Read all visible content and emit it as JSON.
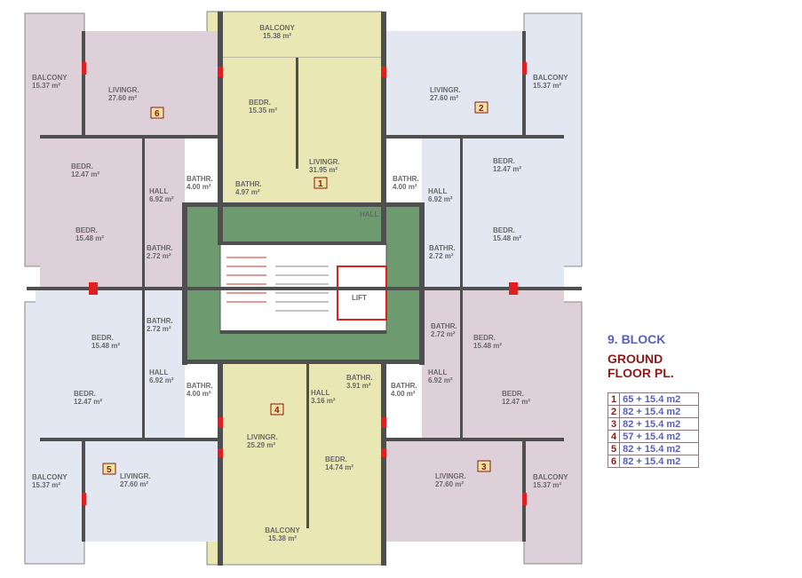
{
  "title": {
    "block": "9. BLOCK",
    "floor_line1": "GROUND",
    "floor_line2": "FLOOR PL."
  },
  "units_table": [
    {
      "unit": "1",
      "area": "65 + 15.4 m2"
    },
    {
      "unit": "2",
      "area": "82 + 15.4 m2"
    },
    {
      "unit": "3",
      "area": "82 + 15.4 m2"
    },
    {
      "unit": "4",
      "area": "57 + 15.4 m2"
    },
    {
      "unit": "5",
      "area": "82 + 15.4 m2"
    },
    {
      "unit": "6",
      "area": "82 + 15.4 m2"
    }
  ],
  "rooms": {
    "balcony_top": [
      "BALCONY",
      "15.38 m²"
    ],
    "balcony_bottom": [
      "BALCONY",
      "15.38 m²"
    ],
    "balcony_tl": [
      "BALCONY",
      "15.37 m²"
    ],
    "balcony_tr": [
      "BALCONY",
      "15.37 m²"
    ],
    "balcony_bl": [
      "BALCONY",
      "15.37 m²"
    ],
    "balcony_br": [
      "BALCONY",
      "15.37 m²"
    ],
    "u1_bedr": [
      "BEDR.",
      "15.35 m²"
    ],
    "u1_living": [
      "LIVINGR.",
      "31.95 m²"
    ],
    "u1_bath": [
      "BATHR.",
      "4.97 m²"
    ],
    "u1_hall": [
      "HALL"
    ],
    "u6_living": [
      "LIVINGR.",
      "27.60 m²"
    ],
    "u6_bedr_small": [
      "BEDR.",
      "12.47 m²"
    ],
    "u6_bath": [
      "BATHR.",
      "4.00 m²"
    ],
    "u6_hall": [
      "HALL",
      "6.92 m²"
    ],
    "u6_bedr": [
      "BEDR.",
      "15.48 m²"
    ],
    "u6_bath2": [
      "BATHR.",
      "2.72 m²"
    ],
    "u2_living": [
      "LIVINGR.",
      "27.60 m²"
    ],
    "u2_bedr_small": [
      "BEDR.",
      "12.47 m²"
    ],
    "u2_bath": [
      "BATHR.",
      "4.00 m²"
    ],
    "u2_hall": [
      "HALL",
      "6.92 m²"
    ],
    "u2_bedr": [
      "BEDR.",
      "15.48 m²"
    ],
    "u2_bath2": [
      "BATHR.",
      "2.72 m²"
    ],
    "u5_bedr": [
      "BEDR.",
      "15.48 m²"
    ],
    "u5_bath2": [
      "BATHR.",
      "2.72 m²"
    ],
    "u5_hall": [
      "HALL",
      "6.92 m²"
    ],
    "u5_bedr_small": [
      "BEDR.",
      "12.47 m²"
    ],
    "u5_bath": [
      "BATHR.",
      "4.00 m²"
    ],
    "u5_living": [
      "LIVINGR.",
      "27.60 m²"
    ],
    "u3_bedr": [
      "BEDR.",
      "15.48 m²"
    ],
    "u3_bath2": [
      "BATHR.",
      "2.72 m²"
    ],
    "u3_hall": [
      "HALL",
      "6.92 m²"
    ],
    "u3_bedr_small": [
      "BEDR.",
      "12.47 m²"
    ],
    "u3_bath": [
      "BATHR.",
      "4.00 m²"
    ],
    "u3_living": [
      "LIVINGR.",
      "27.60 m²"
    ],
    "u4_living": [
      "LIVINGR.",
      "25.29 m²"
    ],
    "u4_hall": [
      "HALL",
      "3.16 m²"
    ],
    "u4_bath": [
      "BATHR.",
      "3.91 m²"
    ],
    "u4_bedr": [
      "BEDR.",
      "14.74 m²"
    ],
    "lift": [
      "LIFT"
    ]
  },
  "unit_numbers": {
    "u1": "1",
    "u2": "2",
    "u3": "3",
    "u4": "4",
    "u5": "5",
    "u6": "6"
  },
  "colors": {
    "yellow": "#e9e8b4",
    "mauve": "#ddd0d8",
    "blue": "#e2e7f2",
    "core": "#6e9a70",
    "wall": "#4f4f4f",
    "accent": "#e02020"
  }
}
